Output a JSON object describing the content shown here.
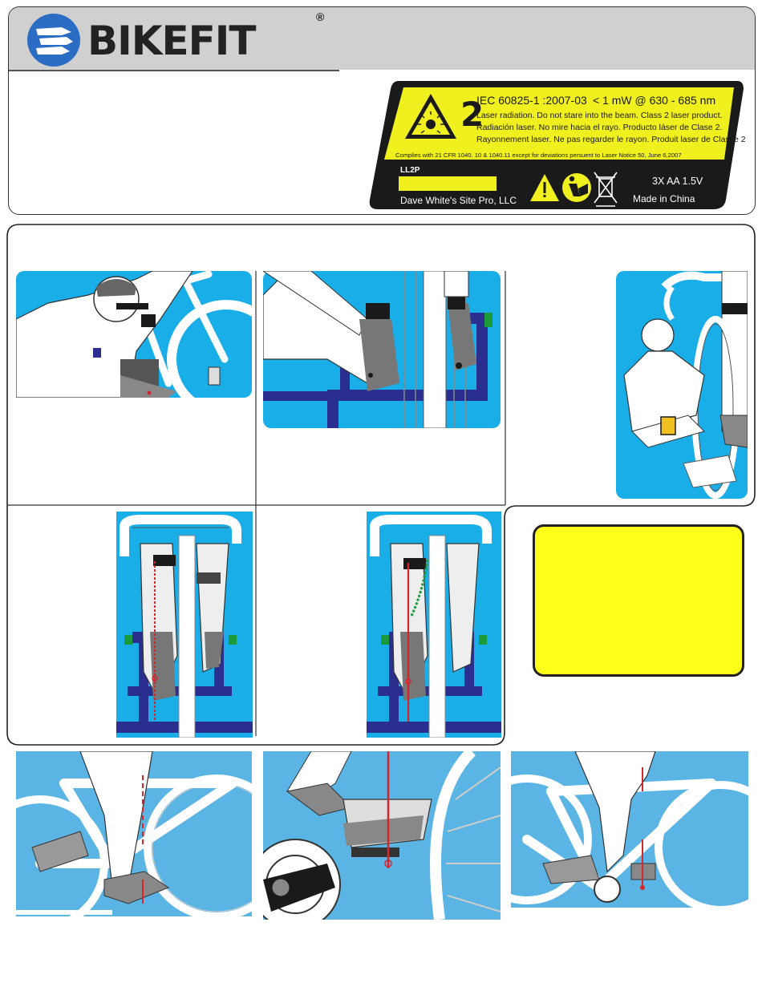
{
  "brand": {
    "name": "BIKEFIT",
    "registered_mark": "®"
  },
  "laser_label": {
    "class_number": "2",
    "standard": "IEC 60825-1 :2007-03",
    "power": "< 1 mW @ 630 - 685 nm",
    "warning_en": "Laser radiation. Do not stare into the beam. Class 2 laser product.",
    "warning_es": "Radiación laser. No mire hacia el rayo. Producto láser de Clase 2.",
    "warning_fr": "Rayonnement laser. Ne pas regarder le rayon. Produit laser de Classe 2.",
    "compliance": "Complies with 21 CFR 1040. 10 & 1040.11 except for deviations persuent to Laser Notice 50, June 6,2007",
    "model": "LL2P",
    "manufacturer": "Dave White's Site Pro, LLC",
    "battery": "3X AA 1.5V",
    "origin": "Made in China"
  },
  "colors": {
    "sky_blue": "#19aee8",
    "navy_frame": "#2a2f8f",
    "label_yellow": "#f0f01e",
    "label_black": "#1a1a1a",
    "brand_blue": "#2b6cc4",
    "laser_red": "#d6262b",
    "plumb_green": "#1a9a3a"
  },
  "icons": {
    "logo": "bikefit-arrows-logo",
    "laser": "laser-warning-icon",
    "caution": "caution-triangle-icon",
    "manual": "read-manual-icon",
    "weee": "crossed-bin-icon"
  }
}
